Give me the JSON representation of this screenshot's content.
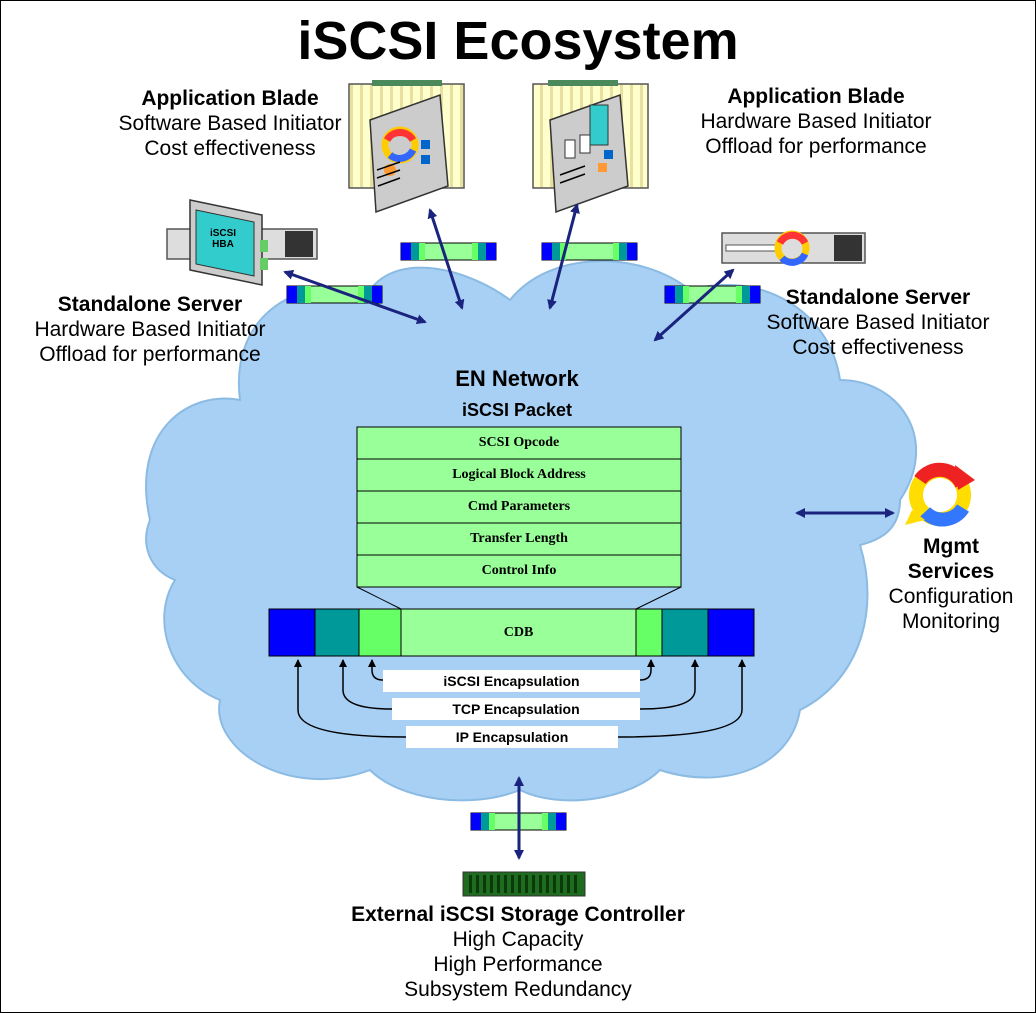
{
  "title": "iSCSI Ecosystem",
  "blade_sw": {
    "heading": "Application Blade",
    "line1": "Software Based Initiator",
    "line2": "Cost effectiveness"
  },
  "blade_hw": {
    "heading": "Application Blade",
    "line1": "Hardware Based Initiator",
    "line2": "Offload for performance"
  },
  "server_hw": {
    "heading": "Standalone Server",
    "line1": "Hardware Based Initiator",
    "line2": "Offload for performance",
    "card_label_1": "iSCSI",
    "card_label_2": "HBA"
  },
  "server_sw": {
    "heading": "Standalone Server",
    "line1": "Software Based Initiator",
    "line2": "Cost effectiveness"
  },
  "network": {
    "name": "EN Network",
    "packet": "iSCSI Packet"
  },
  "packet_fields": [
    "SCSI Opcode",
    "Logical Block Address",
    "Cmd Parameters",
    "Transfer Length",
    "Control Info"
  ],
  "cdb": "CDB",
  "encapsulation": {
    "iscsi": "iSCSI Encapsulation",
    "tcp": "TCP Encapsulation",
    "ip": "IP Encapsulation"
  },
  "mgmt": {
    "heading_1": "Mgmt",
    "heading_2": "Services",
    "line1": "Configuration",
    "line2": "Monitoring"
  },
  "storage": {
    "heading": "External iSCSI Storage Controller",
    "line1": "High Capacity",
    "line2": "High Performance",
    "line3": "Subsystem Redundancy"
  },
  "colors": {
    "cloud": "#a8d0f5",
    "packet_green": "#99ff99",
    "ip_blue": "#0000ff",
    "tcp_teal": "#009999",
    "iscsi_green": "#66ff66",
    "arrow": "#1a237e",
    "blade_yellow": "#ffffcc"
  }
}
